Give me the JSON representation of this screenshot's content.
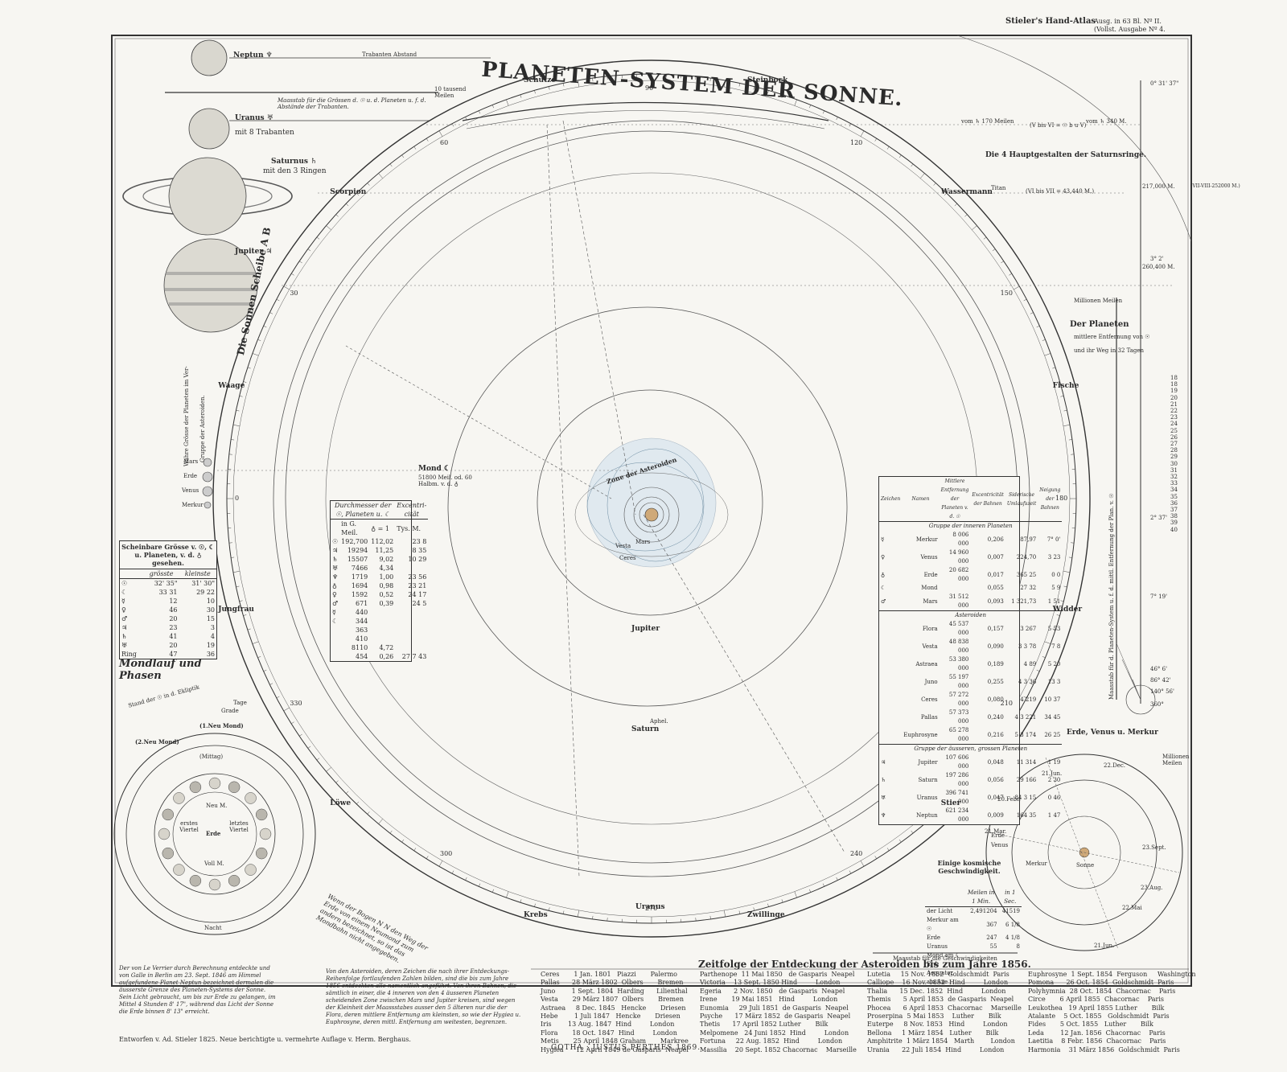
{
  "header": {
    "atlas_title": "Stieler's Hand-Atlas",
    "atlas_edition": "Ausg. in 63 Bl. Nº II. (Vollst. Ausgabe Nº 4.",
    "map_title": "PLANETEN-SYSTEM DER SONNE."
  },
  "left_panel": {
    "neptun": "Neptun ♆",
    "uranus": "Uranus ♅",
    "uranus_sub": "mit 8 Trabanten",
    "saturnus": "Saturnus ♄",
    "saturnus_sub": "mit den 3 Ringen",
    "jupiter": "Jupiter ♃",
    "scale_label": "Maasstab für die Grössen d. ☉ u. d. Planeten u. f. d. Abstände der Trabanten.",
    "scale_unit": "10 tausend Meilen",
    "trab_abstand": "Trabanten Abstand",
    "sonnen_scheibe": "Die Sonnen Scheibe A B",
    "small_planets": [
      "Mars",
      "Erde",
      "Venus",
      "Merkur"
    ],
    "asteroid_group": "Gruppe der Asteroiden.",
    "wahre_groesse": "Wahre Grösse der Planeten im Ver-"
  },
  "scheinbare_table": {
    "title": "Scheinbare Grösse v. ☉, ☾ u. Planeten, v. d. ♁ gesehen.",
    "headers": [
      "grösste",
      "kleinste"
    ],
    "rows": [
      [
        "☉",
        "32' 35\"",
        "31' 30\""
      ],
      [
        "☾",
        "33 31",
        "29 22"
      ],
      [
        "☿",
        "12",
        "10"
      ],
      [
        "♀",
        "46",
        "30"
      ],
      [
        "♂",
        "20",
        "15"
      ],
      [
        "♃",
        "23",
        "3"
      ],
      [
        "♄",
        "41",
        "4"
      ],
      [
        "♅",
        "20",
        "19"
      ],
      [
        "Ring",
        "47",
        "36"
      ]
    ]
  },
  "mondlauf": {
    "title": "Mondlauf und Phasen",
    "neumond1": "(1.Neu Mond)",
    "neumond2": "(2.Neu Mond)",
    "mittag": "(Mittag)",
    "nacht": "Nacht",
    "erde": "Erde",
    "erstes": "erstes Viertel",
    "letztes": "letztes Viertel",
    "neu": "Neu M.",
    "voll": "Voll M.",
    "tage": "Tage",
    "grade": "Grade",
    "ekliptik": "Stand der ☉ in d. Ekliptik"
  },
  "diameter_table": {
    "headers": [
      "Durchmesser der ☉, Planeten u. ☾",
      "Excentri- cität"
    ],
    "sub": [
      "in G. Meil.",
      "♁ = 1",
      "Tys. M."
    ],
    "rows": [
      [
        "☉",
        "192,700",
        "112,02",
        "23 8"
      ],
      [
        "♃",
        "19294",
        "11,25",
        "8 35"
      ],
      [
        "♄",
        "15507",
        "9,02",
        "10 29"
      ],
      [
        "♅",
        "7466",
        "4,34",
        ""
      ],
      [
        "♆",
        "1719",
        "1,00",
        "23 56"
      ],
      [
        "♁",
        "1694",
        "0,98",
        "23 21"
      ],
      [
        "♀",
        "1592",
        "0,52",
        "24 17"
      ],
      [
        "♂",
        "671",
        "0,39",
        "24 5"
      ],
      [
        "☿",
        "440",
        "",
        ""
      ],
      [
        "☾",
        "344",
        "",
        ""
      ],
      [
        "",
        "363",
        "",
        ""
      ],
      [
        "",
        "410",
        "",
        ""
      ],
      [
        "",
        "8110",
        "4,72",
        ""
      ],
      [
        "",
        "454",
        "0,26",
        "27 7 43"
      ]
    ]
  },
  "planet_table": {
    "headers": [
      "Zeichen",
      "Namen",
      "Mittlere Entfernung der Planeten v. d. ☉",
      "Excentricität der Bahnen",
      "Siderische Umlaufszeit",
      "Neigung der Bahnen"
    ],
    "group1": "Gruppe der inneren Planeten",
    "rows1": [
      [
        "☿",
        "Merkur",
        "8 006 000",
        "0,206",
        "87,97",
        "7° 0'"
      ],
      [
        "♀",
        "Venus",
        "14 960 000",
        "0,007",
        "224,70",
        "3 23"
      ],
      [
        "♁",
        "Erde",
        "20 682 000",
        "0,017",
        "365 25",
        "0 0"
      ],
      [
        "☾",
        "Mond",
        "",
        "0,055",
        "27 32",
        "5 9"
      ],
      [
        "♂",
        "Mars",
        "31 512 000",
        "0,093",
        "1 321,73",
        "1 51"
      ]
    ],
    "group2": "Asteroiden",
    "rows2": [
      [
        "",
        "Flora",
        "45 537 000",
        "0,157",
        "3 267",
        "5 53"
      ],
      [
        "",
        "Vesta",
        "48 838 000",
        "0,090",
        "3 3 78",
        "7 8"
      ],
      [
        "",
        "Astraea",
        "53 380 000",
        "0,189",
        "4 89",
        "5 20"
      ],
      [
        "",
        "Juno",
        "55 197 000",
        "0,255",
        "4 3 36",
        "13 3"
      ],
      [
        "",
        "Ceres",
        "57 272 000",
        "0,080",
        "4 219",
        "10 37"
      ],
      [
        "",
        "Pallas",
        "57 373 000",
        "0,240",
        "4 3 221",
        "34 45"
      ],
      [
        "",
        "Euphrosyne",
        "65 278 000",
        "0,216",
        "5 3 174",
        "26 25"
      ]
    ],
    "group3": "Gruppe der äusseren, grossen Planeten",
    "rows3": [
      [
        "♃",
        "Jupiter",
        "107 606 000",
        "0,048",
        "11 314",
        "1 19"
      ],
      [
        "♄",
        "Saturn",
        "197 286 000",
        "0,056",
        "29 166",
        "2 30"
      ],
      [
        "♅",
        "Uranus",
        "396 741 000",
        "0,047",
        "84 3 15",
        "0 46"
      ],
      [
        "♆",
        "Neptun",
        "621 234 000",
        "0,009",
        "164 35",
        "1 47"
      ]
    ]
  },
  "orbit_labels": {
    "zone": "Zone der Asteroiden",
    "mars": "Mars",
    "vesta": "Vesta",
    "ceres": "Ceres",
    "jupiter": "Jupiter",
    "saturn": "Saturn",
    "uranus": "Uranus",
    "aphel": "Aphel.",
    "mond": "Mond ☾",
    "mond_dist": "51800 Meil. od. 60 Halbm. v. d. ♁"
  },
  "zodiac": [
    "Waage",
    "Scorpion",
    "Schütze",
    "Steinbock",
    "Wassermann",
    "Fische",
    "Widder",
    "Stier",
    "Zwillinge",
    "Krebs",
    "Löwe",
    "Jungfrau"
  ],
  "degree_labels": [
    "0",
    "30",
    "60",
    "90",
    "120",
    "150",
    "180",
    "210",
    "240",
    "270",
    "300",
    "330"
  ],
  "right_panel": {
    "der_planeten": "Der Planeten",
    "mittlere": "mittlere Entfernung von ☉",
    "weg": "und ihr Weg in 32 Tagen",
    "saturnsringe": "Die 4 Hauptgestalten der Saturnsringe.",
    "vom1": "vom ♄ 170 Meilen",
    "vom2": "vom ♄ 340 M.",
    "vi_vii": "(VI bis VII = 43,440 M.)",
    "v_vi": "(V bis VI = ☉ b u V)",
    "vii_viii": "(VII-VIII-252000 M.)",
    "m260": "260,400 M.",
    "m217": "217,000 M.",
    "titan": "Titan",
    "millionen": "Millionen Meilen",
    "masstab": "Maasstab für d. Planeten-System u. f. d. mittl. Entfernung der Plan. v. ☉",
    "angles": [
      "0° 31' 37\"",
      "3° 2'",
      "2° 37'",
      "7° 19'",
      "46° 6'",
      "86° 42'",
      "140° 56'",
      "360°"
    ],
    "numbers": [
      "18",
      "18",
      "19",
      "20",
      "21",
      "22",
      "23",
      "24",
      "25",
      "26",
      "27",
      "28",
      "29",
      "30",
      "31",
      "32",
      "33",
      "34",
      "35",
      "36",
      "37",
      "38",
      "39",
      "40"
    ]
  },
  "erde_venus": {
    "title": "Erde, Venus u. Merkur",
    "erde": "Erde",
    "venus": "Venus",
    "merkur": "Merkur",
    "sonne": "Sonne",
    "millionen": "Millionen Meilen",
    "dates": [
      "21.Jun.",
      "22.Dec.",
      "21.Mar.",
      "23.Sept.",
      "20.Febr.",
      "22.Mai",
      "23.Aug.",
      "21.Jun."
    ]
  },
  "speed": {
    "title": "Einige kosmische Geschwindigkeit.",
    "headers": [
      "Meilen in 1 Min.",
      "in 1 Sec."
    ],
    "rows": [
      [
        "der Licht",
        "2,491204",
        "41519"
      ],
      [
        "Merkur am ☉",
        "367",
        "6 1/8"
      ],
      [
        "Erde",
        "247",
        "4 1/8"
      ],
      [
        "Uranus",
        "55",
        "8"
      ],
      [
        "Mond am ☾",
        "",
        ""
      ],
      [
        "Erd-Aequator am Axe",
        "",
        ""
      ]
    ],
    "footer": "Maasstab für die Geschwindigkeiten"
  },
  "discovery": {
    "title": "Zeitfolge der Entdeckung der Asteroiden bis zum Jahre 1856.",
    "col1": [
      [
        "Ceres",
        "1 Jan. 1801",
        "Piazzi",
        "Palermo"
      ],
      [
        "Pallas",
        "28 März 1802",
        "Olbers",
        "Bremen"
      ],
      [
        "Juno",
        "1 Sept. 1804",
        "Harding",
        "Lilienthal"
      ],
      [
        "Vesta",
        "29 März 1807",
        "Olbers",
        "Bremen"
      ],
      [
        "Astraea",
        "8 Dec. 1845",
        "Hencke",
        "Driesen"
      ],
      [
        "Hebe",
        "1 Juli 1847",
        "Hencke",
        "Driesen"
      ],
      [
        "Iris",
        "13 Aug. 1847",
        "Hind",
        "London"
      ],
      [
        "Flora",
        "18 Oct. 1847",
        "Hind",
        "London"
      ],
      [
        "Metis",
        "25 April 1848",
        "Graham",
        "Markree"
      ],
      [
        "Hygiea",
        "12 April 1849",
        "de Gasparis",
        "Neapel"
      ]
    ],
    "col2": [
      [
        "Parthenope",
        "11 Mai 1850",
        "de Gasparis",
        "Neapel"
      ],
      [
        "Victoria",
        "13 Sept. 1850",
        "Hind",
        "London"
      ],
      [
        "Egeria",
        "2 Nov. 1850",
        "de Gasparis",
        "Neapel"
      ],
      [
        "Irene",
        "19 Mai 1851",
        "Hind",
        "London"
      ],
      [
        "Eunomia",
        "29 Juli 1851",
        "de Gasparis",
        "Neapel"
      ],
      [
        "Psyche",
        "17 März 1852",
        "de Gasparis",
        "Neapel"
      ],
      [
        "Thetis",
        "17 April 1852",
        "Luther",
        "Bilk"
      ],
      [
        "Melpomene",
        "24 Juni 1852",
        "Hind",
        "London"
      ],
      [
        "Fortuna",
        "22 Aug. 1852",
        "Hind",
        "London"
      ],
      [
        "Massilia",
        "20 Sept. 1852",
        "Chacornac",
        "Marseille"
      ]
    ],
    "col3": [
      [
        "Lutetia",
        "15 Nov. 1852",
        "Goldschmidt",
        "Paris"
      ],
      [
        "Calliope",
        "16 Nov. 1852",
        "Hind",
        "London"
      ],
      [
        "Thalia",
        "15 Dec. 1852",
        "Hind",
        "London"
      ],
      [
        "Themis",
        "5 April 1853",
        "de Gasparis",
        "Neapel"
      ],
      [
        "Phocea",
        "6 April 1853",
        "Chacornac",
        "Marseille"
      ],
      [
        "Proserpina",
        "5 Mai 1853",
        "Luther",
        "Bilk"
      ],
      [
        "Euterpe",
        "8 Nov. 1853",
        "Hind",
        "London"
      ],
      [
        "Bellona",
        "1 März 1854",
        "Luther",
        "Bilk"
      ],
      [
        "Amphitrite",
        "1 März 1854",
        "Marth",
        "London"
      ],
      [
        "Urania",
        "22 Juli 1854",
        "Hind",
        "London"
      ]
    ],
    "col4": [
      [
        "Euphrosyne",
        "1 Sept. 1854",
        "Ferguson",
        "Washington"
      ],
      [
        "Pomona",
        "26 Oct. 1854",
        "Goldschmidt",
        "Paris"
      ],
      [
        "Polyhymnia",
        "28 Oct. 1854",
        "Chacornac",
        "Paris"
      ],
      [
        "Circe",
        "6 April 1855",
        "Chacornac",
        "Paris"
      ],
      [
        "Leukothea",
        "19 April 1855",
        "Luther",
        "Bilk"
      ],
      [
        "Atalante",
        "5 Oct. 1855",
        "Goldschmidt",
        "Paris"
      ],
      [
        "Fides",
        "5 Oct. 1855",
        "Luther",
        "Bilk"
      ],
      [
        "Leda",
        "12 Jan. 1856",
        "Chacornac",
        "Paris"
      ],
      [
        "Laetitia",
        "8 Febr. 1856",
        "Chacornac",
        "Paris"
      ],
      [
        "Harmonia",
        "31 März 1856",
        "Goldschmidt",
        "Paris"
      ]
    ]
  },
  "notes": {
    "neptun_note": "Der von Le Verrier durch Berechnung entdeckte und von Galle in Berlin am 23. Sept. 1846 am Himmel aufgefundene Planet Neptun bezeichnet dermalen die äusserste Grenze des Planeten-Systems der Sonne. Sein Licht gebraucht, um bis zur Erde zu gelangen, im Mittel 4 Stunden 8' 17\", während das Licht der Sonne die Erde binnen 8' 13\" erreicht.",
    "asteroid_note": "Von den Asteroiden, deren Zeichen die nach ihrer Entdeckungs-Reihenfolge fortlaufenden Zahlen bilden, sind die bis zum Jahre 1856 entdeckten alle namentlich angeführt. Von ihren Bahnen, die sämtlich in einer, die 4 inneren von den 4 äusseren Planeten scheidenden Zone zwischen Mars und Jupiter kreisen, sind wegen der Kleinheit der Maassstabes ausser den 5 älteren nur die der Flora, deren mittlere Entfernung am kleinsten, so wie der Hygiea u. Euphrosyne, deren mittl. Entfernung am weitesten, begrenzen.",
    "knoten_note": "Wenn der Bogen N N den Weg der Erde von einem Neumond zum andern bezeichnet, so ist das Mondbahn nicht angegeben."
  },
  "footer": {
    "credit_left": "Entworfen v. Ad. Stieler 1825. Neue berichtigte u. vermehrte Auflage v. Herm. Berghaus.",
    "credit_center": "GOTHA : JUSTUS PERTHES 1869."
  }
}
